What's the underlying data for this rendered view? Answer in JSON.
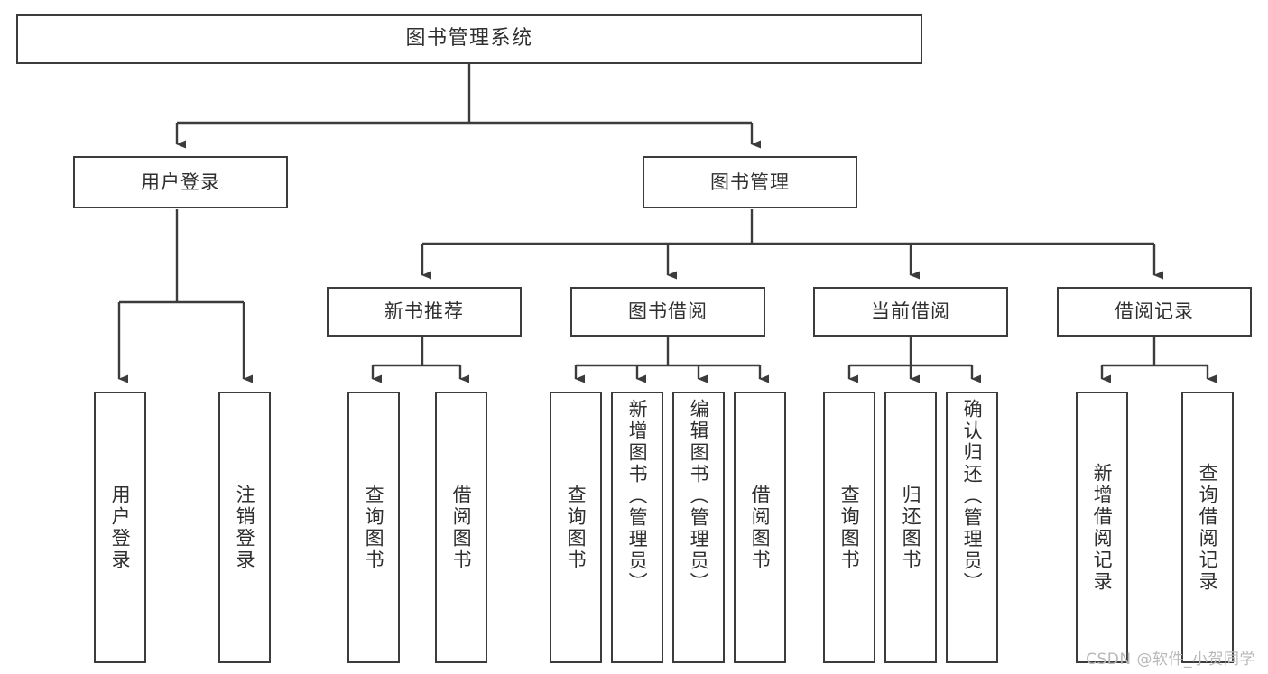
{
  "diagram": {
    "title": "图书管理系统",
    "type": "tree-hierarchy-chart",
    "watermark": "CSDN @软件_小贺同学",
    "line_color": "#3c3c3c",
    "text_color": "#2f2f2f",
    "background_color": "#ffffff"
  },
  "nodes": {
    "root": {
      "label": "图书管理系统"
    },
    "level1": [
      {
        "label": "用户登录"
      },
      {
        "label": "图书管理"
      }
    ],
    "level2": [
      {
        "label": "新书推荐"
      },
      {
        "label": "图书借阅"
      },
      {
        "label": "当前借阅"
      },
      {
        "label": "借阅记录"
      }
    ],
    "leaves_user_login": [
      {
        "label": "用户登录"
      },
      {
        "label": "注销登录"
      }
    ],
    "leaves_new_book": [
      {
        "label": "查询图书"
      },
      {
        "label": "借阅图书"
      }
    ],
    "leaves_borrow": [
      {
        "label": "查询图书"
      },
      {
        "label": "新增图书（管理员）"
      },
      {
        "label": "编辑图书（管理员）"
      },
      {
        "label": "借阅图书"
      }
    ],
    "leaves_current": [
      {
        "label": "查询图书"
      },
      {
        "label": "归还图书"
      },
      {
        "label": "确认归还（管理员）"
      }
    ],
    "leaves_records": [
      {
        "label": "新增借阅记录"
      },
      {
        "label": "查询借阅记录"
      }
    ]
  }
}
